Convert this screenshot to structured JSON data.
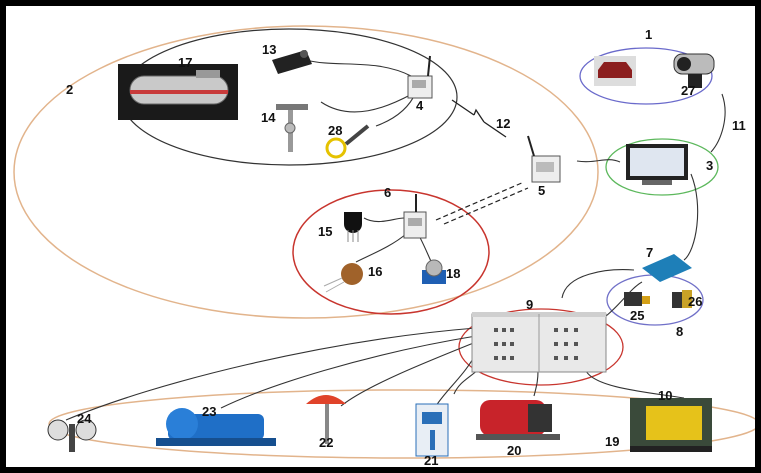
{
  "labels": [
    "1",
    "2",
    "3",
    "4",
    "5",
    "6",
    "7",
    "8",
    "9",
    "10",
    "11",
    "12",
    "13",
    "14",
    "15",
    "16",
    "17",
    "18",
    "19",
    "20",
    "21",
    "22",
    "23",
    "24",
    "25",
    "26",
    "27",
    "28"
  ]
}
